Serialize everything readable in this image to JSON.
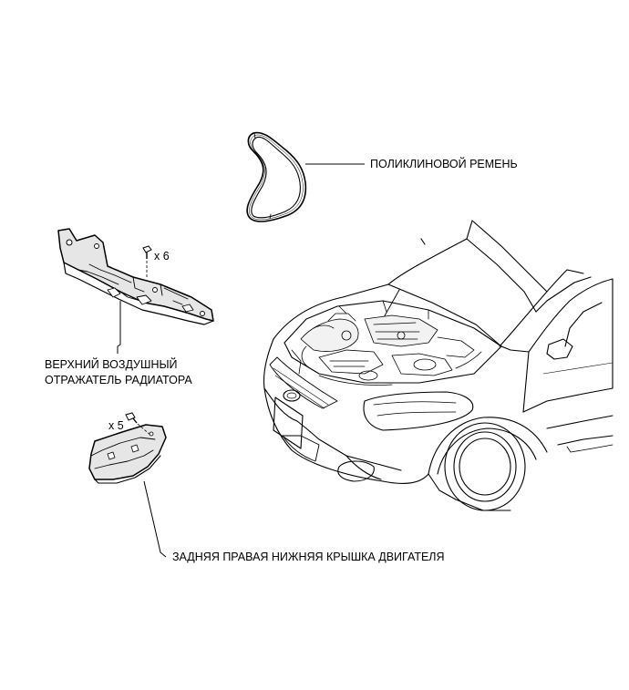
{
  "labels": {
    "belt": "ПОЛИКЛИНОВОЙ РЕМЕНЬ",
    "deflector_line1": "ВЕРХНИЙ ВОЗДУШНЫЙ",
    "deflector_line2": "ОТРАЖАТЕЛЬ РАДИАТОРА",
    "cover": "ЗАДНЯЯ ПРАВАЯ НИЖНЯЯ КРЫШКА ДВИГАТЕЛЯ"
  },
  "quantities": {
    "deflector_bolts": "x 6",
    "cover_bolts": "x 5"
  },
  "colors": {
    "line": "#000000",
    "part_fill": "#e6e6e6",
    "background": "#ffffff"
  }
}
